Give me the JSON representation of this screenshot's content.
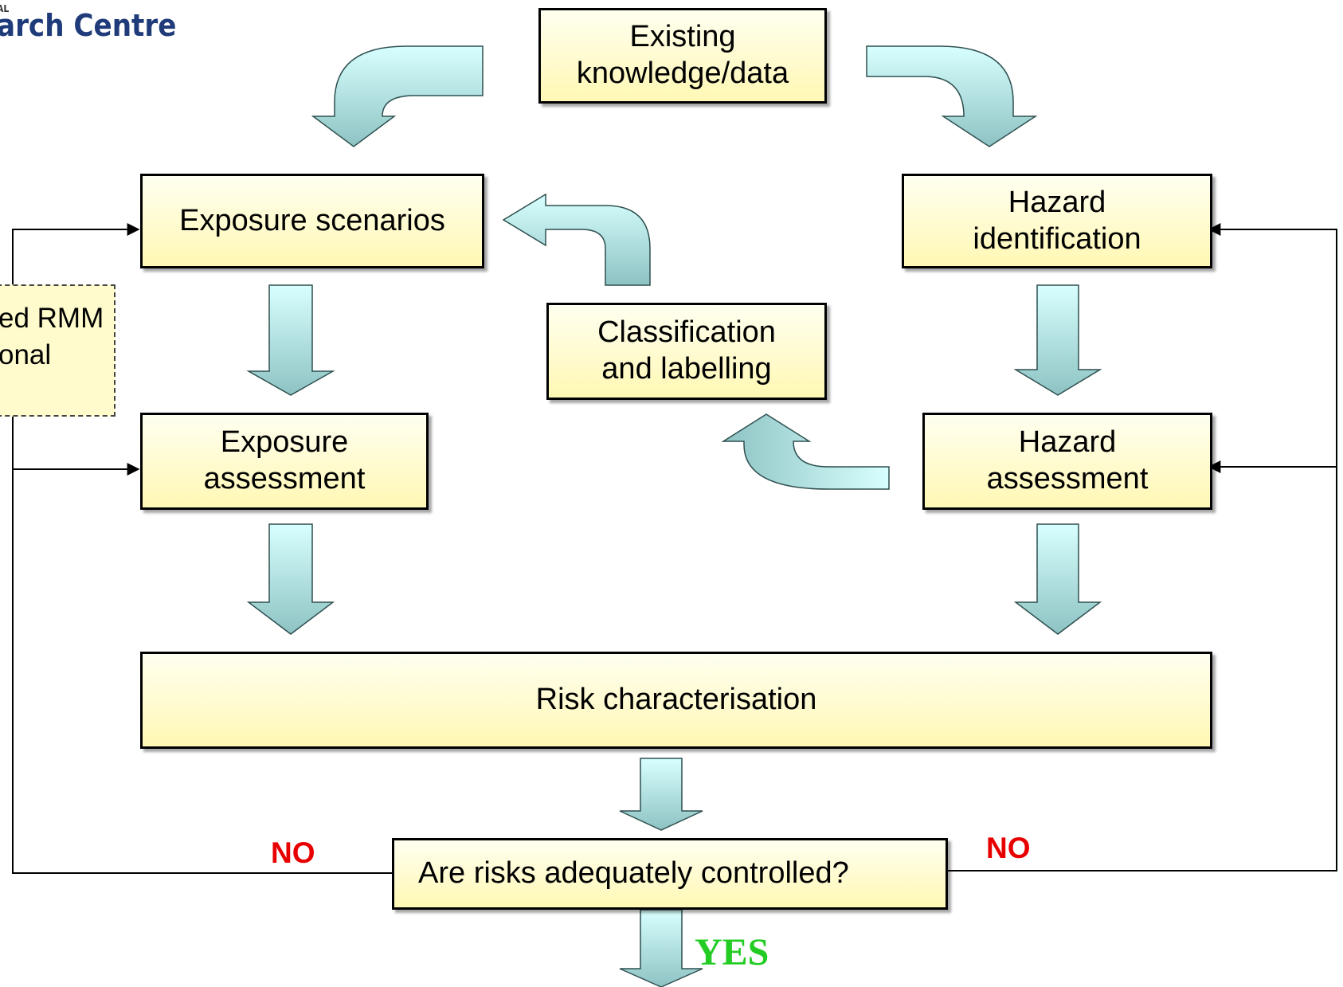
{
  "logo": {
    "small_text": "AL",
    "text": "arch Centre"
  },
  "nodes": {
    "existing": [
      "Existing",
      "knowledge/data"
    ],
    "exposure_scenarios": [
      "Exposure scenarios"
    ],
    "hazard_identification": [
      "Hazard",
      "identification"
    ],
    "classification": [
      "Classification",
      "and labelling"
    ],
    "exposure_assessment": [
      "Exposure",
      "assessment"
    ],
    "hazard_assessment": [
      "Hazard",
      "assessment"
    ],
    "risk_characterisation": [
      "Risk characterisation"
    ],
    "decision": [
      "Are risks adequately controlled?"
    ]
  },
  "side_note": [
    "ed RMM",
    "onal"
  ],
  "labels": {
    "no_left": "NO",
    "no_right": "NO",
    "yes": "YES"
  },
  "colors": {
    "box_fill_top": "#fffff0",
    "box_fill_bottom": "#fff8b4",
    "arrow_fill_top": "#d8ffff",
    "arrow_fill_bottom": "#8ec3c3",
    "no_color": "#e80000",
    "yes_color": "#22cc22",
    "logo_color": "#1f3b79"
  }
}
